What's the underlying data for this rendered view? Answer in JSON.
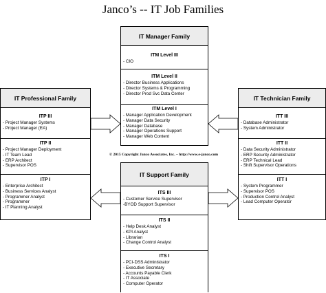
{
  "title": "Janco’s -- IT Job Families",
  "copyright": "© 2015 Copyright Janco Associates, Inc. – http://www.e-janco.com",
  "families": {
    "manager": {
      "name": "IT Manager Family",
      "levels": [
        {
          "label": "ITM Level III",
          "items": [
            "- CIO"
          ]
        },
        {
          "label": "ITM Level II",
          "items": [
            "- Director Business Applications",
            "- Director Systems & Programming",
            "- Director Prod Svc Data Center"
          ]
        },
        {
          "label": "ITM Level I",
          "items": [
            "- Manager Application Development",
            "- Manager Data Security",
            "- Manager Database",
            "- Manager Operations Support",
            "- Manager Web Content"
          ]
        }
      ]
    },
    "professional": {
      "name": "IT Professional Family",
      "levels": [
        {
          "label": "ITP III",
          "items": [
            "- Project Manager Systems",
            "- Project Manager (EA)"
          ]
        },
        {
          "label": "ITP II",
          "items": [
            "- Project Manager Deployment",
            "- IT Team Lead",
            "- ERP Architect",
            "- Supervisor POS"
          ]
        },
        {
          "label": "ITP I",
          "items": [
            "- Enterprise Architect",
            "- Business Services Analyst",
            "- Programmer Analyst",
            "- Programmer",
            "- IT Planning Analyst"
          ]
        }
      ]
    },
    "technician": {
      "name": "IT Technician Family",
      "levels": [
        {
          "label": "ITT III",
          "items": [
            "- Database Administrator",
            "- System Administrator"
          ]
        },
        {
          "label": "ITT II",
          "items": [
            "- Data Security  Administrator",
            "- ERP Security Administrator",
            "- ERP Technical Lead",
            "- Shift Supervisor Operations"
          ]
        },
        {
          "label": "ITT I",
          "items": [
            "- System Programmer",
            "- Supervisor POS",
            "- Production Control Analyst",
            "- Lead Computer Operator"
          ]
        }
      ]
    },
    "support": {
      "name": "IT Support Family",
      "levels": [
        {
          "label": "ITS III",
          "items": [
            "- Customer Service Supervisor",
            "-BYOD Support Supervisor"
          ]
        },
        {
          "label": "ITS II",
          "items": [
            "- Help Desk Analyst",
            "- KPI Analyst",
            "- Librarian",
            "- Change Control Analyst"
          ]
        },
        {
          "label": "ITS I",
          "items": [
            "- PCI-DSS Administrator",
            "- Executive Secretary",
            "- Accounts Payable Clerk",
            "- IT Associate",
            "- Computer Operator"
          ]
        }
      ]
    }
  }
}
